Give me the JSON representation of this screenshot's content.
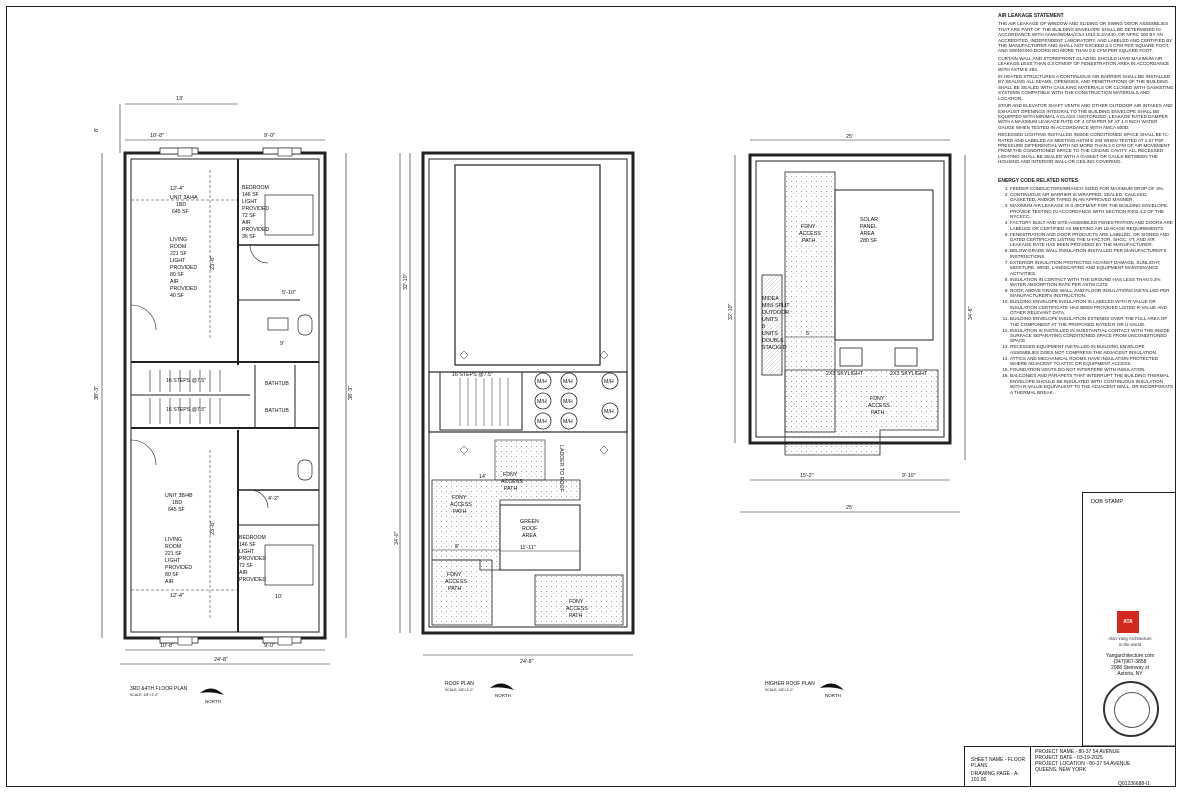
{
  "floor_plan": {
    "title": "3RD &4TH FLOOR PLAN",
    "scale": "SCALE: 1/8\"=1'-0\"",
    "north": "NORTH",
    "dims": {
      "top_total": "13'",
      "top_left": "10'-8\"",
      "top_right": "9'-0\"",
      "left_offset": "8'",
      "overall_depth": "38'-3\"",
      "right_depth": "38'-3\"",
      "bottom_left": "10'-8\"",
      "bottom_right": "9'-0\"",
      "bottom_total": "24'-8\"",
      "dim_12_4_a": "12'-4\"",
      "dim_12_4_b": "12'-4\"",
      "dim_5_10": "5'-10\"",
      "dim_4_2": "4'-2\"",
      "dim_9": "9'",
      "dim_10": "10'",
      "dim_23_a": "23'-8\"",
      "dim_23_b": "23'-8\""
    },
    "unit_top": [
      "UNIT 3A/4A",
      "1BD",
      "645 SF"
    ],
    "living_top": [
      "LIVING",
      "ROOM",
      "221 SF",
      "LIGHT",
      "PROVIDED",
      "80 SF",
      "AIR",
      "PROVIDED",
      "40 SF"
    ],
    "bedroom_top": [
      "BEDROOM",
      "146 SF",
      "LIGHT",
      "PROVIDED",
      "72 SF",
      "AIR",
      "PROVIDED",
      "36 SF"
    ],
    "steps_1": "16 STEPS @7.5\"",
    "steps_2": "16 STEPS @7.5\"",
    "bath_1": "BATHTUB",
    "bath_2": "BATHTUB",
    "unit_bottom": [
      "UNIT 3B/4B",
      "1BD",
      "645 SF"
    ],
    "living_bottom": [
      "LIVING",
      "ROOM",
      "221 SF",
      "LIGHT",
      "PROVIDED",
      "80 SF",
      "AIR",
      "PROVIDED",
      "40 SF"
    ],
    "bedroom_bottom": [
      "BEDROOM",
      "146 SF",
      "LIGHT",
      "PROVIDED",
      "72 SF",
      "AIR",
      "PROVIDED",
      "36 SF"
    ]
  },
  "roof_plan": {
    "title": "ROOF PLAN",
    "scale": "SCALE: 1/8\"=1'-0\"",
    "north": "NORTH",
    "steps": "16 STEPS @7.5\"",
    "units": [
      "M/H",
      "M/H",
      "M/H",
      "M/H",
      "M/H",
      "M/H",
      "M/H",
      "M/H"
    ],
    "fdny_1": [
      "FDNY",
      "ACCESS",
      "PATH"
    ],
    "fdny_2": [
      "FDNY",
      "ACCESS",
      "PATH"
    ],
    "fdny_3": [
      "FDNY",
      "ACCESS",
      "PATH"
    ],
    "fdny_4": [
      "FDNY",
      "ACCESS",
      "PATH"
    ],
    "green_roof": [
      "GREEN",
      "ROOF",
      "AREA"
    ],
    "ladder": "LADDER TO ROOF",
    "dim_bottom": "24'-8\"",
    "dim_left": "32'-10\"",
    "dim_left2": "34'-0\"",
    "dim_11_11": "11'-11\"",
    "dim_8": "8'",
    "dim_14": "14'"
  },
  "higher_roof": {
    "title": "HIGHER ROOF PLAN",
    "scale": "SCALE: 1/8\"=1'-0\"",
    "north": "NORTH",
    "dim_top": "25'",
    "dim_bottom": "25'",
    "dim_left": "32'-10\"",
    "dim_right": "34'-6\"",
    "dim_15_2": "15'-2\"",
    "dim_9_10": "9'-10\"",
    "fdny_1": [
      "FDNY",
      "ACCESS",
      "PATH"
    ],
    "fdny_2": [
      "FDNY",
      "ACCESS",
      "PATH"
    ],
    "solar": [
      "SOLAR",
      "PANEL",
      "AREA",
      "280 SF"
    ],
    "midea": [
      "MIDEA",
      "MINI-SPLIT",
      "OUTDOOR",
      "UNITS",
      "8",
      "UNITS",
      "DOUBLE",
      "STACKED"
    ],
    "skylight_1": "2X3 SKYLIGHT",
    "skylight_2": "2X3 SKYLIGHT",
    "dim_6": "6'"
  },
  "notes": {
    "air_title": "AIR LEAKAGE STATEMENT",
    "air_paragraphs": [
      "THE AIR LEAKAGE OF WINDOW AND SLIDING OR SWING DOOR ASSEMBLIES THAT ARE PART OF THE BUILDING ENVELOPE SHALL BE DETERMINED IN ACCORDANCE WITH AAMA/WDMA/CSA 101/I.S.2/A440, OR NFRC 400 BY AN ACCREDITED, INDEPENDENT LABORATORY, AND LABELED AND CERTIFIED BY THE MANUFACTURER AND SHALL NOT EXCEED 0.3 CFM PER SQUARE FOOT, AND SWINGING DOORS NO MORE THAN 0.5 CFM PER SQUARE FOOT.",
      "CURTAIN WALL AND STOREFRONT GLAZING SHOULD HAVE MAXIMUM AIR LEAKAGE LESS THAN 0.3 CFM/SF OF FENESTRATION AREA IN ACCORDANCE WITH ASTM E 283.",
      "IN HEATED STRUCTURES A CONTINUOUS AIR BARRIER SHALL BE INSTALLED BY SEALING ALL SEAMS, OPENINGS, AND PENETRATIONS OF THE BUILDING. SHALL BE SEALED WITH CAULKING MATERIALS OR CLOSED WITH GASKETING SYSTEMS COMPATIBLE WITH THE CONSTRUCTION MATERIALS AND LOCATION.",
      "STAIR AND ELEVATOR SHAFT VENTS AND OTHER OUTDOOR AIR INTAKES AND EXHAUST OPENINGS INTEGRAL TO THE BUILDING ENVELOPE SHALL BE EQUIPPED WITH MINIMAL A CLASS I MOTORIZED, LEAKAGE RATED DAMPER WITH A MAXIMUM LEAKAGE RATE OF 4 CFM PER SF AT 1.0 INCH WATER GAUGE WHEN TESTED IN ACCORDANCE WITH AMCA 500D.",
      "RECESSED LIGHTING INSTALLED INSIDE CONDITIONED SPACE SHALL BE IC-RATED AND LABELED AS MEETING ASTM E 283 WHEN TESTED AT 1.57 PSF PRESSURE DIFFERENTIAL WITH NO MORE THAN 2.0 CFM OF AIR MOVEMENT FROM THE CONDITIONED SPACE TO THE CEILING CAVITY. ALL RECESSED LIGHTING SHALL BE SEALED WITH A GASKET OR CAULK BETWEEN THE HOUSING AND INTERIOR WALL OR CEILING COVERING."
    ],
    "energy_title": "ENERGY CODE RELATED NOTES",
    "energy_items": [
      "FEEDER CONDUCTORS/BRANCH SIZED FOR MAXIMUM DROP OF 3%.",
      "CONTINUOUS AIR BARRIER IS WRAPPED, SEALED, CAULKED, GASKETED, AND/OR TAPED IN AN APPROVED MANNER.",
      "MAXIMUM AIR LEAKAGE IS 0.40CFM/SF FOR THE BUILDING ENVELOPE. PROVIDE TESTING IN ACCORDANCE WITH SECTION R402.4.2 OF THE NYCECC.",
      "FACTORY BUILT AND SITE-ASSEMBLED FENESTRATION AND DOORS ARE LABELED OR CERTIFIED AS MEETING AIR LEAKAGE REQUIREMENTS.",
      "FENESTRATION AND DOOR PRODUCTS ARE LABELED, OR SIGNED AND DATED CERTIFICATE LISTING THE U-FACTOR, SHGC, VT, AND AIR LEAKAGE RATE HAS BEEN PROVIDED BY THE MANUFACTURER.",
      "BELOW-GRADE WALL INSULATION INSTALLED PER MANUFACTURER'S INSTRUCTIONS.",
      "EXTERIOR INSULATION PROTECTED AGAINST DAMAGE, SUNLIGHT, MOISTURE, WIND, LANDSCAPING AND EQUIPMENT MAINTENANCE ACTIVITIES.",
      "INSULATION IN CONTACT WITH THE GROUND HAS LESS THAN 0.3% WATER ABSORPTION RATE PER ASTM C272.",
      "ROOF, ABOVE GRADE WALL, AND FLOOR INSULATIONS INSTALLED PER MANUFACTURER'S INSTRUCTION.",
      "BUILDING ENVELOPE INSULATION IS LABELED WITH R-VALUE OR INSULATION CERTIFICATE HAS BEEN PROVIDED LISTED R-VALUE AND OTHER RELEVANT DATA.",
      "BUILDING ENVELOPE INSULATION EXTENDS OVER THE FULL AREA OF THE COMPONENT AT THE PROPOSED RATED R OR U VALUE.",
      "INSULATION IS INSTALLED IN SUBSTANTIAL CONTACT WITH THE INSIDE SURFACE SEPARATING CONDITIONED SPACE FROM UNCONDITIONED SPACE.",
      "RECESSED EQUIPMENT INSTALLED IN BUILDING ENVELOPE ASSEMBLIES DOES NOT COMPRESS THE ADJACENT INSULATION.",
      "ATTICS AND MECHANICAL ROOMS HAVE INSULATION PROTECTED WHERE ADJACENT TO ATTIC OR EQUIPMENT ACCESS.",
      "FOUNDATION VENTS DO NOT INTERFERE WITH INSULATION.",
      "BALCONIES AND PARAPETS THAT INTERRUPT THE BUILDING THERMAL ENVELOPE SHOULD BE INSULATED WITH CONTINUOUS INSULATION WITH R-VALUE EQUIVALENT TO THE ADJACENT WALL, OR INCORPORATE A THERMAL BREAK."
    ]
  },
  "stamp": {
    "label": "DOB STAMP",
    "logo": "ATA",
    "firm_name": "Alan Yang Architecture",
    "firm_tagline": "in the world",
    "site": "Yangarchitecture.com",
    "phone": "(347)967-3858",
    "address_1": "2088 Steinway st",
    "address_2": "Astoria, NY"
  },
  "title_block": {
    "sheet_name": "SHEET NAME - FLOOR PLANS",
    "drawing_page": "DRAWING PAGE - A-101.00",
    "project_name": "PROJECT NAME - 80-37 54 AVENUE",
    "project_date": "PROJECT DATE - 03-19-2025",
    "project_location": "PROJECT LOCATION - 80-37 54 AVENUE",
    "city": "QUEENS, NEW YORK",
    "doc_id": "Q01236688-I1"
  }
}
